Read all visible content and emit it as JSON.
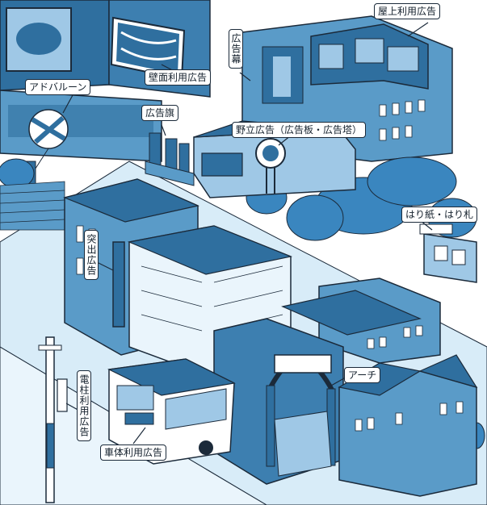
{
  "colors": {
    "sky": "#ffffff",
    "building_dark": "#2f6f9f",
    "building_mid": "#5a9bc8",
    "building_light": "#9fc8e6",
    "road": "#d8ecf8",
    "tree": "#3a86bf",
    "outline": "#1b2a3a"
  },
  "labels": {
    "rooftop": "屋上利用広告",
    "curtain": "広告幕",
    "balloon": "アドバルーン",
    "wall": "壁面利用広告",
    "flag": "広告旗",
    "standing": "野立広告（広告板・広告塔）",
    "posters": "はり紙・はり札",
    "projecting": "突出広告",
    "arch": "アーチ",
    "pole": "電柱利用広告",
    "vehicle": "車体利用広告"
  }
}
